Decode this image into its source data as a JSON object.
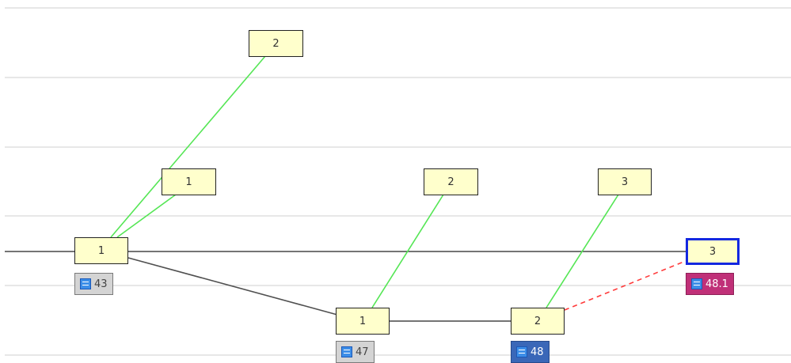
{
  "colors": {
    "grid_line": "#cfcfcf",
    "main_line": "#222222",
    "branch_line": "#505050",
    "green_link": "#55e655",
    "dashed_link": "#ff3b3b",
    "node_fill": "#ffffcc",
    "node_border": "#222222",
    "selected_border": "#1428e0",
    "badge_gray": "#d4d4d4",
    "badge_blue": "#3a67b8",
    "badge_magenta": "#c03078"
  },
  "nodes": {
    "n_root": "1",
    "n_mid_a": "1",
    "n_mid_b": "2",
    "n_end_selected": "3",
    "n_upper_1": "1",
    "n_upper_2": "2",
    "n_upper_right_2": "2",
    "n_upper_right_3": "3"
  },
  "badges": {
    "b_root": "43",
    "b_mid_a": "47",
    "b_mid_b": "48",
    "b_end": "48.1"
  }
}
